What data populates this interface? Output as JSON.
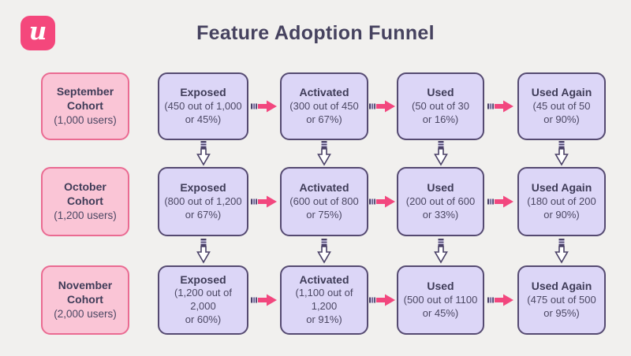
{
  "header": {
    "title": "Feature Adoption Funnel",
    "logo_letter": "u"
  },
  "icons": {
    "right_arrow": "right-arrow-icon",
    "down_arrow": "down-arrow-icon"
  },
  "colors": {
    "background": "#f1f0ee",
    "logo_pink": "#f4477c",
    "cohort_fill": "#fac5d6",
    "cohort_border": "#ea6b92",
    "stage_fill": "#dcd6f7",
    "stage_border": "#554a71",
    "arrow_pink": "#f2477e",
    "arrow_dark": "#4a4167",
    "text_dark": "#3f3c58"
  },
  "funnel": {
    "rows": [
      {
        "cohort": {
          "name": "September Cohort",
          "size": "(1,000 users)"
        },
        "stages": [
          {
            "label": "Exposed",
            "stat1": "(450 out of 1,000",
            "stat2": "or 45%)"
          },
          {
            "label": "Activated",
            "stat1": "(300 out of 450",
            "stat2": "or 67%)"
          },
          {
            "label": "Used",
            "stat1": "(50 out of 30",
            "stat2": "or 16%)"
          },
          {
            "label": "Used Again",
            "stat1": "(45 out of 50",
            "stat2": "or 90%)"
          }
        ]
      },
      {
        "cohort": {
          "name": "October Cohort",
          "size": "(1,200 users)"
        },
        "stages": [
          {
            "label": "Exposed",
            "stat1": "(800 out of 1,200",
            "stat2": "or 67%)"
          },
          {
            "label": "Activated",
            "stat1": "(600 out of 800",
            "stat2": "or 75%)"
          },
          {
            "label": "Used",
            "stat1": "(200 out of 600",
            "stat2": "or 33%)"
          },
          {
            "label": "Used Again",
            "stat1": "(180 out of 200",
            "stat2": "or 90%)"
          }
        ]
      },
      {
        "cohort": {
          "name": "November Cohort",
          "size": "(2,000 users)"
        },
        "stages": [
          {
            "label": "Exposed",
            "stat1": "(1,200 out of 2,000",
            "stat2": "or 60%)"
          },
          {
            "label": "Activated",
            "stat1": "(1,100 out of 1,200",
            "stat2": "or 91%)"
          },
          {
            "label": "Used",
            "stat1": "(500 out of 1100",
            "stat2": "or 45%)"
          },
          {
            "label": "Used Again",
            "stat1": "(475 out of 500",
            "stat2": "or 95%)"
          }
        ]
      }
    ]
  }
}
